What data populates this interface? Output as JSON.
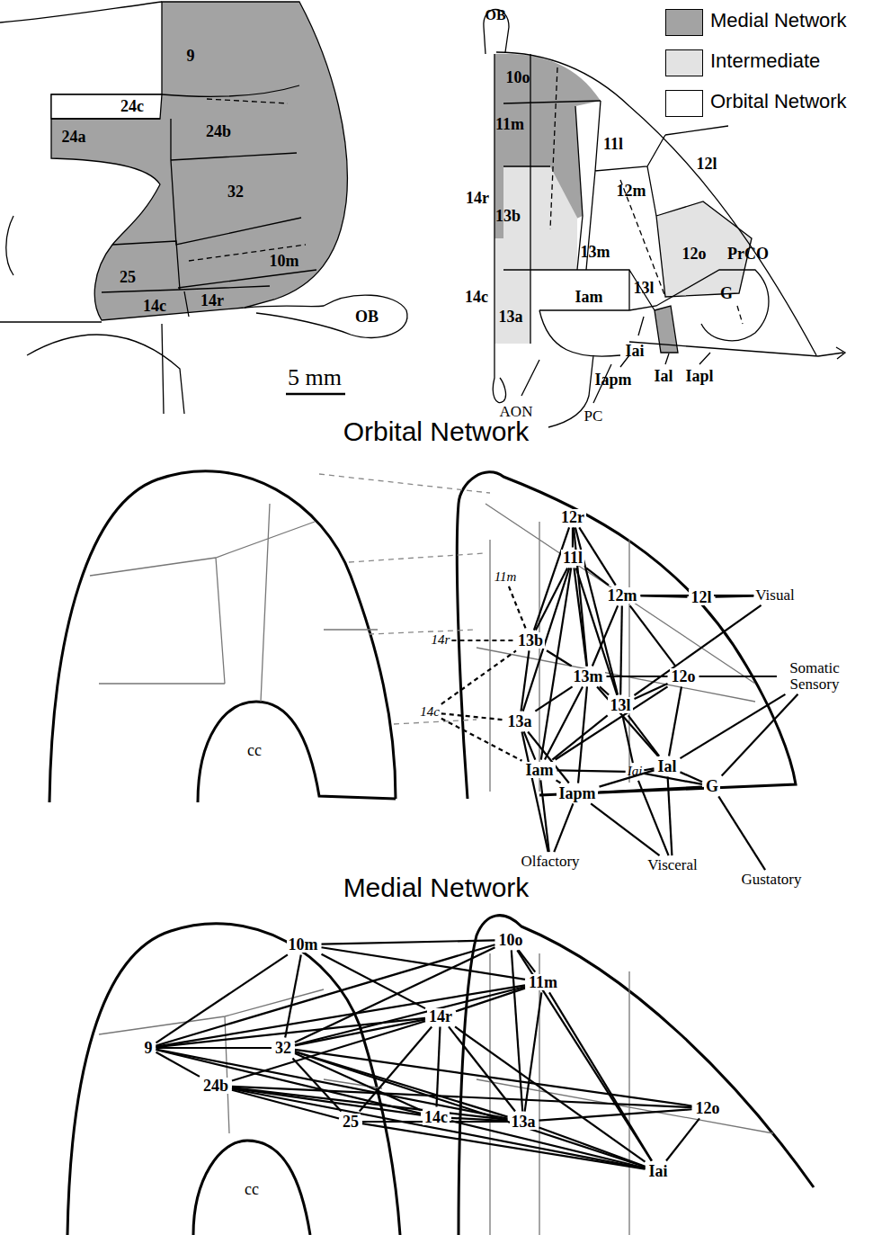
{
  "diagram": {
    "nodes": [
      {
        "text": [
          "9"
        ]
      },
      {
        "text": [
          "24c"
        ]
      },
      {
        "text": [
          "24b"
        ]
      },
      {
        "text": [
          "24a"
        ]
      },
      {
        "text": [
          "32"
        ]
      },
      {
        "text": [
          "10m"
        ]
      },
      {
        "text": [
          "25"
        ]
      },
      {
        "text": [
          "14c"
        ]
      },
      {
        "text": [
          "14r"
        ]
      },
      {
        "text": [
          "10o"
        ]
      },
      {
        "text": [
          "11m"
        ]
      },
      {
        "text": [
          "11l"
        ]
      },
      {
        "text": [
          "12m"
        ]
      },
      {
        "text": [
          "12l"
        ]
      },
      {
        "text": [
          "14r"
        ]
      },
      {
        "text": [
          "13b"
        ]
      },
      {
        "text": [
          "13m"
        ]
      },
      {
        "text": [
          "12o"
        ]
      },
      {
        "text": [
          "14c"
        ]
      },
      {
        "text": [
          "13a"
        ]
      },
      {
        "text": [
          "13l"
        ]
      },
      {
        "text": [
          "Iam"
        ]
      },
      {
        "text": [
          "PrCO"
        ]
      },
      {
        "text": [
          "G"
        ]
      },
      {
        "text": [
          "Iai"
        ]
      },
      {
        "text": [
          "Iapm"
        ]
      },
      {
        "text": [
          "Ial"
        ]
      },
      {
        "text": [
          "Iapl"
        ]
      },
      {
        "text": [
          "12r"
        ]
      },
      {
        "text": [
          "11m"
        ]
      },
      {
        "text": [
          "11l"
        ]
      },
      {
        "text": [
          "12m"
        ]
      },
      {
        "text": [
          "14r"
        ]
      },
      {
        "text": [
          "13b"
        ]
      },
      {
        "text": [
          "12l"
        ]
      },
      {
        "text": [
          "Visual"
        ]
      },
      {
        "text": [
          "13m"
        ]
      },
      {
        "text": [
          "12o"
        ]
      },
      {
        "text": [
          "Somatic Sensory"
        ]
      },
      {
        "text": [
          "14c"
        ]
      },
      {
        "text": [
          "13a"
        ]
      },
      {
        "text": [
          "13l"
        ]
      },
      {
        "text": [
          "Iam"
        ]
      },
      {
        "text": [
          "Iai"
        ]
      },
      {
        "text": [
          "Ial"
        ]
      },
      {
        "text": [
          "G"
        ]
      },
      {
        "text": [
          "Iapm"
        ]
      },
      {
        "text": [
          "Olfactory"
        ]
      },
      {
        "text": [
          "Visceral"
        ]
      },
      {
        "text": [
          "Gustatory"
        ]
      },
      {
        "text": [
          "10o"
        ]
      },
      {
        "text": [
          "10m"
        ]
      },
      {
        "text": [
          "11m"
        ]
      },
      {
        "text": [
          "9"
        ]
      },
      {
        "text": [
          "14r"
        ]
      },
      {
        "text": [
          "32"
        ]
      },
      {
        "text": [
          "24b"
        ]
      },
      {
        "text": [
          "12o"
        ]
      },
      {
        "text": [
          "14c"
        ]
      },
      {
        "text": [
          "25"
        ]
      },
      {
        "text": [
          "13a"
        ]
      },
      {
        "text": [
          "Iai"
        ]
      }
    ],
    "edges": [
      {
        "from": 29,
        "to": 33,
        "arrow": "none"
      },
      {
        "from": 32,
        "to": 33,
        "arrow": "none"
      },
      {
        "from": 39,
        "to": 33,
        "arrow": "none"
      },
      {
        "from": 39,
        "to": 40,
        "arrow": "none"
      },
      {
        "from": 39,
        "to": 42,
        "arrow": "none"
      },
      {
        "from": 28,
        "to": 30,
        "arrow": "none"
      },
      {
        "from": 28,
        "to": 31,
        "arrow": "none"
      },
      {
        "from": 28,
        "to": 33,
        "arrow": "none"
      },
      {
        "from": 28,
        "to": 36,
        "arrow": "none"
      },
      {
        "from": 28,
        "to": 41,
        "arrow": "none"
      },
      {
        "from": 30,
        "to": 31,
        "arrow": "none"
      },
      {
        "from": 30,
        "to": 33,
        "arrow": "none"
      },
      {
        "from": 30,
        "to": 36,
        "arrow": "none"
      },
      {
        "from": 30,
        "to": 40,
        "arrow": "none"
      },
      {
        "from": 30,
        "to": 41,
        "arrow": "none"
      },
      {
        "from": 30,
        "to": 42,
        "arrow": "none"
      },
      {
        "from": 31,
        "to": 36,
        "arrow": "none"
      },
      {
        "from": 31,
        "to": 37,
        "arrow": "none"
      },
      {
        "from": 31,
        "to": 41,
        "arrow": "none"
      },
      {
        "from": 31,
        "to": 34,
        "arrow": "none"
      },
      {
        "from": 33,
        "to": 40,
        "arrow": "none"
      },
      {
        "from": 33,
        "to": 36,
        "arrow": "none"
      },
      {
        "from": 36,
        "to": 40,
        "arrow": "none"
      },
      {
        "from": 36,
        "to": 41,
        "arrow": "none"
      },
      {
        "from": 36,
        "to": 37,
        "arrow": "none"
      },
      {
        "from": 36,
        "to": 42,
        "arrow": "none"
      },
      {
        "from": 36,
        "to": 46,
        "arrow": "none"
      },
      {
        "from": 36,
        "to": 44,
        "arrow": "none"
      },
      {
        "from": 40,
        "to": 42,
        "arrow": "none"
      },
      {
        "from": 40,
        "to": 46,
        "arrow": "none"
      },
      {
        "from": 41,
        "to": 37,
        "arrow": "none"
      },
      {
        "from": 41,
        "to": 42,
        "arrow": "none"
      },
      {
        "from": 41,
        "to": 43,
        "arrow": "none"
      },
      {
        "from": 41,
        "to": 44,
        "arrow": "none"
      },
      {
        "from": 37,
        "to": 42,
        "arrow": "none"
      },
      {
        "from": 37,
        "to": 44,
        "arrow": "none"
      },
      {
        "from": 42,
        "to": 46,
        "arrow": "none"
      },
      {
        "from": 42,
        "to": 43,
        "arrow": "none"
      },
      {
        "from": 43,
        "to": 44,
        "arrow": "none"
      },
      {
        "from": 43,
        "to": 45,
        "arrow": "none"
      },
      {
        "from": 44,
        "to": 45,
        "arrow": "none"
      },
      {
        "from": 46,
        "to": 45,
        "arrow": "none"
      },
      {
        "from": 46,
        "to": 44,
        "arrow": "none"
      },
      {
        "from": 35,
        "to": 34,
        "arrow": "none"
      },
      {
        "from": 35,
        "to": 31,
        "arrow": "none"
      },
      {
        "from": 35,
        "to": 41,
        "arrow": "none"
      },
      {
        "from": 38,
        "to": 37,
        "arrow": "none"
      },
      {
        "from": 38,
        "to": 44,
        "arrow": "none"
      },
      {
        "from": 38,
        "to": 45,
        "arrow": "none"
      },
      {
        "from": 47,
        "to": 40,
        "arrow": "none"
      },
      {
        "from": 47,
        "to": 42,
        "arrow": "none"
      },
      {
        "from": 47,
        "to": 46,
        "arrow": "none"
      },
      {
        "from": 48,
        "to": 46,
        "arrow": "none"
      },
      {
        "from": 48,
        "to": 43,
        "arrow": "none"
      },
      {
        "from": 48,
        "to": 44,
        "arrow": "none"
      },
      {
        "from": 49,
        "to": 45,
        "arrow": "none"
      },
      {
        "from": 51,
        "to": 50,
        "arrow": "none"
      },
      {
        "from": 51,
        "to": 52,
        "arrow": "none"
      },
      {
        "from": 51,
        "to": 54,
        "arrow": "none"
      },
      {
        "from": 51,
        "to": 53,
        "arrow": "none"
      },
      {
        "from": 51,
        "to": 55,
        "arrow": "none"
      },
      {
        "from": 53,
        "to": 50,
        "arrow": "none"
      },
      {
        "from": 53,
        "to": 52,
        "arrow": "none"
      },
      {
        "from": 53,
        "to": 55,
        "arrow": "none"
      },
      {
        "from": 53,
        "to": 56,
        "arrow": "none"
      },
      {
        "from": 53,
        "to": 58,
        "arrow": "none"
      },
      {
        "from": 53,
        "to": 60,
        "arrow": "none"
      },
      {
        "from": 53,
        "to": 54,
        "arrow": "none"
      },
      {
        "from": 55,
        "to": 50,
        "arrow": "none"
      },
      {
        "from": 55,
        "to": 52,
        "arrow": "none"
      },
      {
        "from": 55,
        "to": 54,
        "arrow": "none"
      },
      {
        "from": 55,
        "to": 58,
        "arrow": "none"
      },
      {
        "from": 55,
        "to": 60,
        "arrow": "none"
      },
      {
        "from": 55,
        "to": 61,
        "arrow": "none"
      },
      {
        "from": 55,
        "to": 57,
        "arrow": "none"
      },
      {
        "from": 55,
        "to": 59,
        "arrow": "none"
      },
      {
        "from": 56,
        "to": 58,
        "arrow": "none"
      },
      {
        "from": 56,
        "to": 60,
        "arrow": "none"
      },
      {
        "from": 56,
        "to": 61,
        "arrow": "none"
      },
      {
        "from": 56,
        "to": 57,
        "arrow": "none"
      },
      {
        "from": 56,
        "to": 54,
        "arrow": "none"
      },
      {
        "from": 56,
        "to": 59,
        "arrow": "none"
      },
      {
        "from": 54,
        "to": 52,
        "arrow": "none"
      },
      {
        "from": 54,
        "to": 58,
        "arrow": "none"
      },
      {
        "from": 54,
        "to": 60,
        "arrow": "none"
      },
      {
        "from": 54,
        "to": 61,
        "arrow": "none"
      },
      {
        "from": 54,
        "to": 59,
        "arrow": "none"
      },
      {
        "from": 50,
        "to": 52,
        "arrow": "none"
      },
      {
        "from": 50,
        "to": 60,
        "arrow": "none"
      },
      {
        "from": 50,
        "to": 61,
        "arrow": "none"
      },
      {
        "from": 52,
        "to": 60,
        "arrow": "none"
      },
      {
        "from": 52,
        "to": 61,
        "arrow": "none"
      },
      {
        "from": 58,
        "to": 60,
        "arrow": "none"
      },
      {
        "from": 58,
        "to": 61,
        "arrow": "none"
      },
      {
        "from": 59,
        "to": 60,
        "arrow": "none"
      },
      {
        "from": 59,
        "to": 61,
        "arrow": "none"
      },
      {
        "from": 60,
        "to": 57,
        "arrow": "none"
      },
      {
        "from": 60,
        "to": 61,
        "arrow": "none"
      },
      {
        "from": 57,
        "to": 61,
        "arrow": "none"
      }
    ],
    "labels": [
      "OB",
      "OB",
      "5 mm",
      "AON",
      "PC",
      "Orbital Network",
      "cc",
      "Medial Network",
      "cc"
    ],
    "legend": [
      {
        "text": "Medial Network",
        "color": "#a3a3a3"
      },
      {
        "text": "Intermediate",
        "color": "#e3e3e3"
      },
      {
        "text": "Orbital Network",
        "color": "#ffffff"
      }
    ]
  }
}
